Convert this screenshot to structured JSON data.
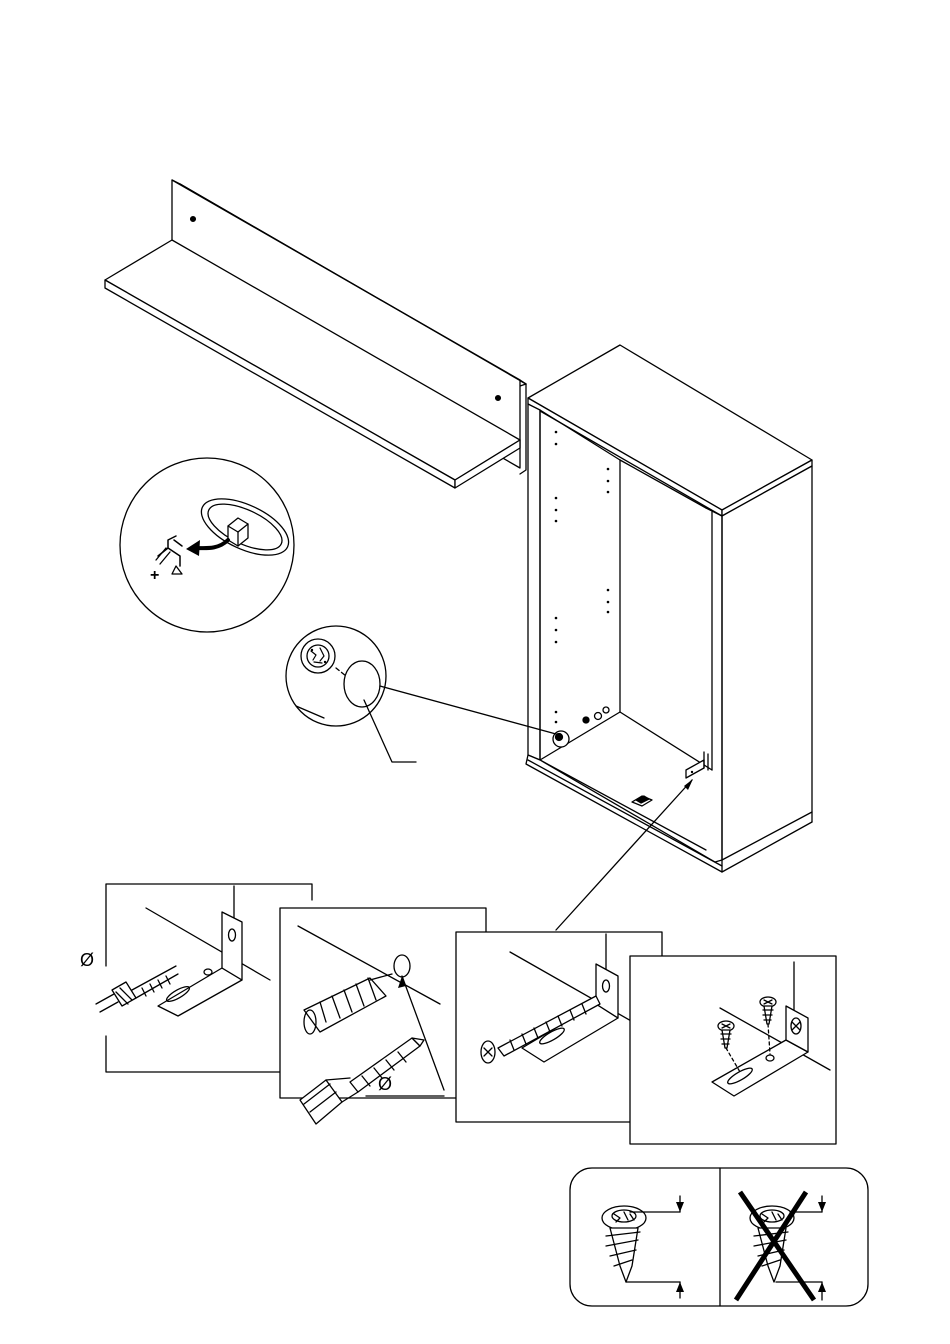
{
  "drill": {
    "diameter_symbol": "Ø"
  },
  "plug": {
    "diameter_symbol": "Ø"
  },
  "callout": {
    "cross_label": "+",
    "arrow_label": "⇦"
  },
  "colors": {
    "ink": "#000000",
    "paper": "#ffffff",
    "hatch": "#444444"
  },
  "screw_compare": {
    "correct": "correct-screw",
    "wrong": "wrong-screw"
  }
}
